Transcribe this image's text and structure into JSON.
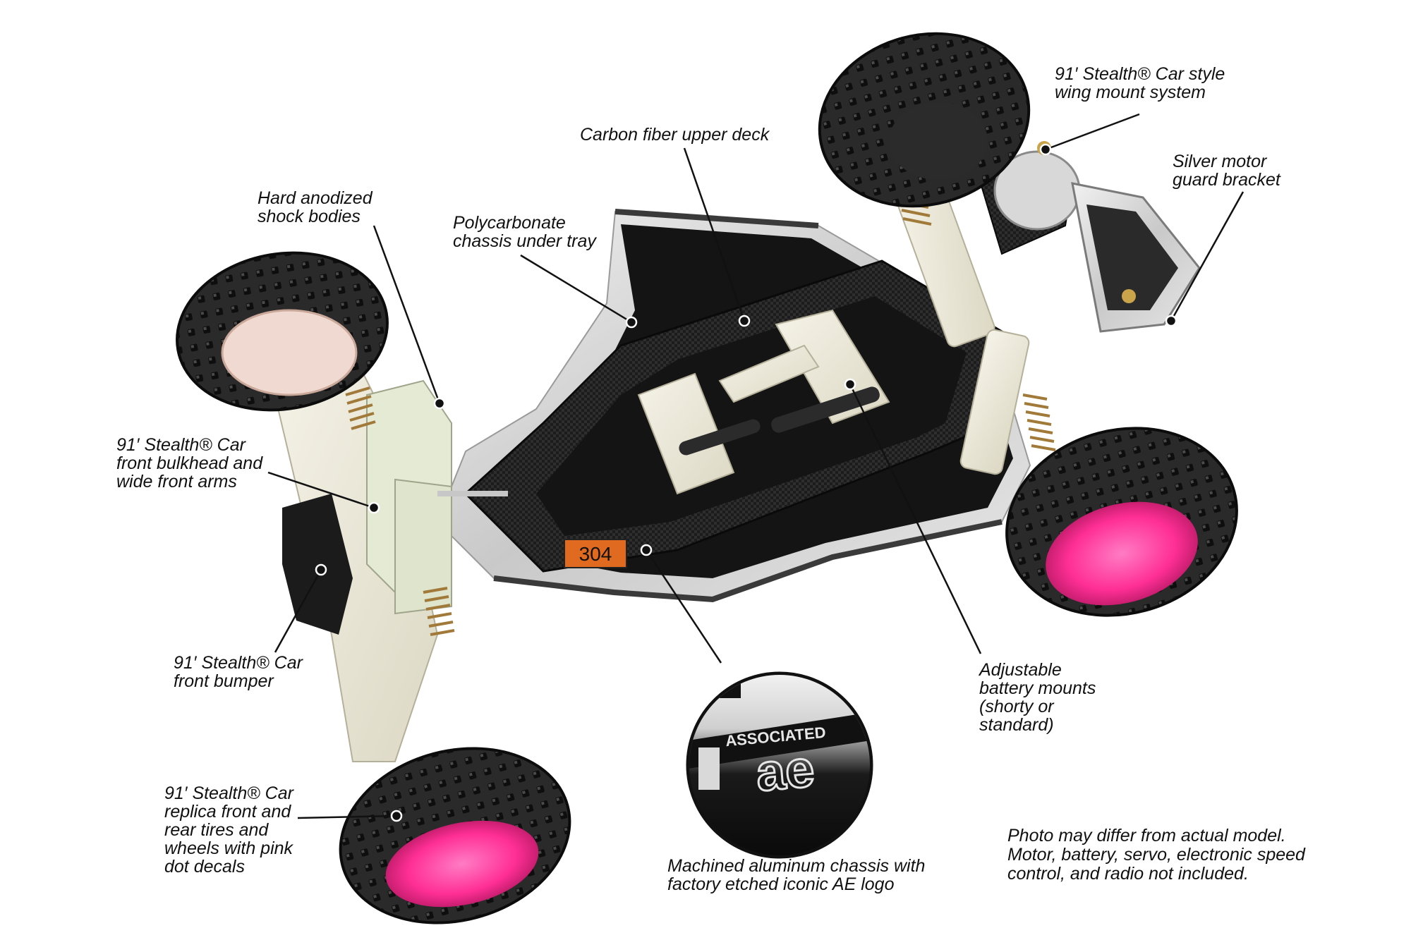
{
  "colors": {
    "background": "#ffffff",
    "tire": "#1f1f1f",
    "chassis_black": "#141414",
    "aluminum": "#d6d6d6",
    "nylon": "#ece9da",
    "pink_wheel": "#ff3fa0",
    "number_plate": "#e06a20",
    "callout_text": "#111111"
  },
  "callouts": {
    "wing_mount": [
      "91′ Stealth® Car style",
      "wing mount system"
    ],
    "upper_deck": [
      "Carbon fiber upper deck"
    ],
    "motor_guard": [
      "Silver motor",
      "guard bracket"
    ],
    "shock_bodies": [
      "Hard anodized",
      "shock bodies"
    ],
    "under_tray": [
      "Polycarbonate",
      "chassis under tray"
    ],
    "bulkhead": [
      "91′ Stealth® Car",
      "front bulkhead and",
      "wide front arms"
    ],
    "front_bumper": [
      "91′ Stealth® Car",
      "front bumper"
    ],
    "battery_mounts": [
      "Adjustable",
      "battery mounts",
      "(shorty or",
      "standard)"
    ],
    "tires_wheels": [
      "91′ Stealth® Car",
      "replica front and",
      "rear tires and",
      "wheels with pink",
      "dot decals"
    ],
    "chassis": [
      "Machined aluminum chassis with",
      "factory etched iconic AE logo"
    ]
  },
  "disclaimer": [
    "Photo may differ from actual model.",
    "Motor, battery, servo, electronic speed",
    "control, and radio not included."
  ],
  "photo": {
    "number_plate": "304",
    "detail_brand": "ASSOCIATED",
    "detail_logo": "ae"
  }
}
